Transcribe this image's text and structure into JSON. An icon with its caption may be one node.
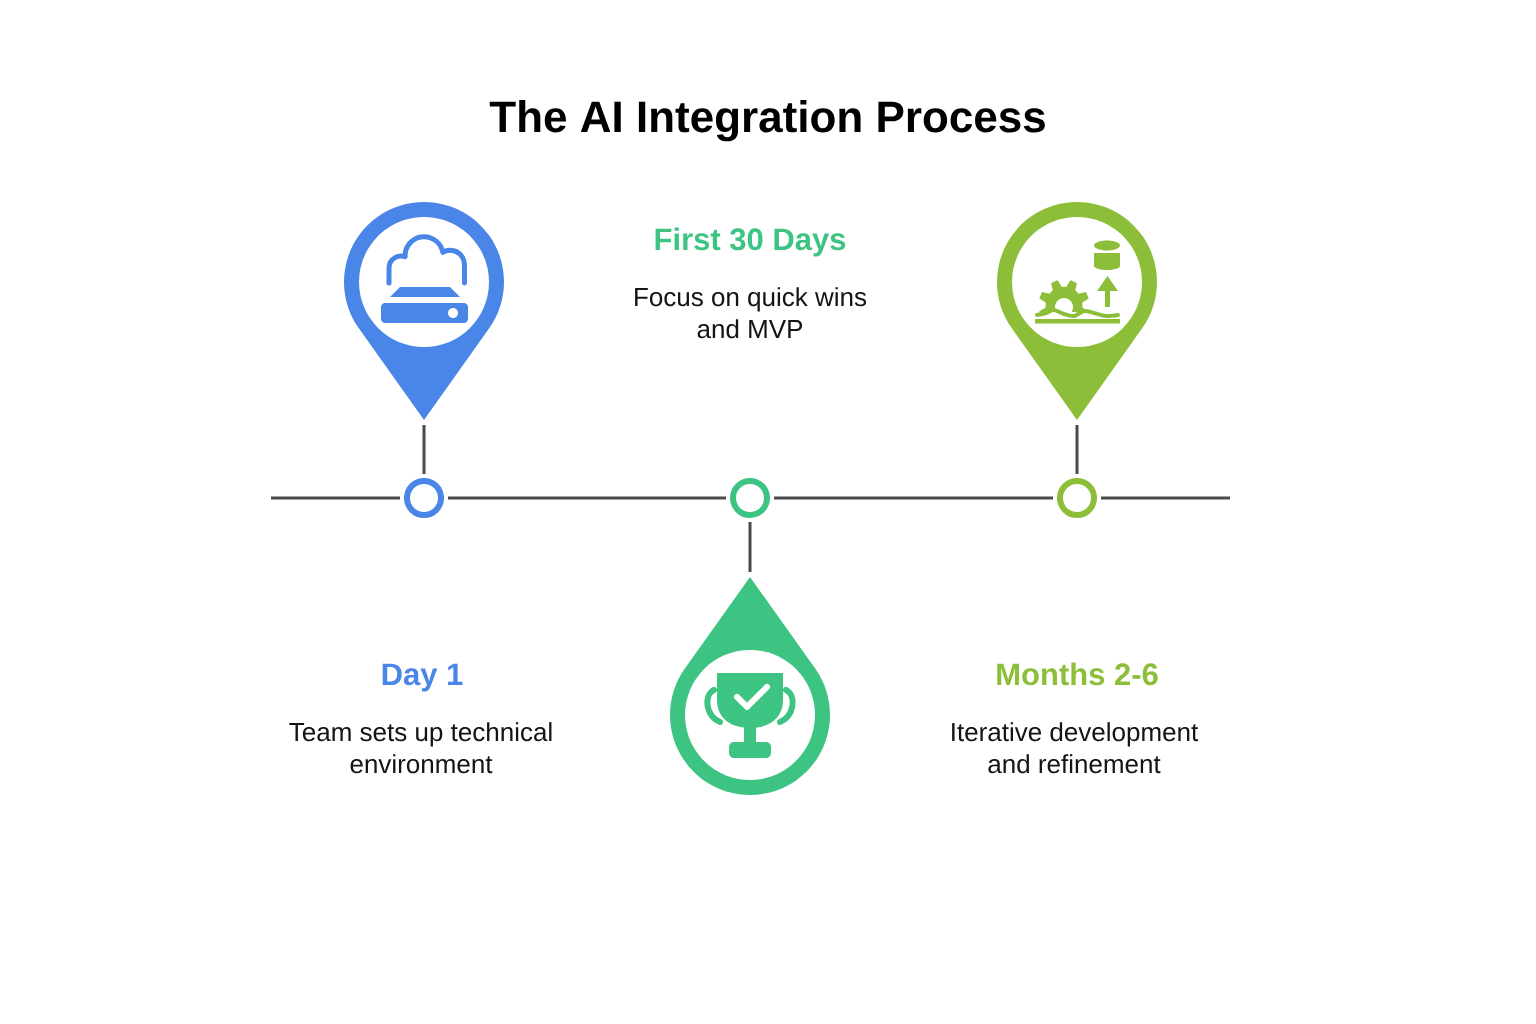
{
  "diagram": {
    "title": "The AI Integration Process",
    "nodes": [
      {
        "text": [],
        "shape": "pin"
      },
      {
        "text": [],
        "shape": "pin"
      },
      {
        "text": [],
        "shape": "circle"
      },
      {
        "text": [],
        "shape": "circle"
      },
      {
        "text": [],
        "shape": "circle"
      },
      {
        "text": [],
        "shape": "pin"
      }
    ],
    "edges": [
      {
        "from": 0,
        "to": 2,
        "arrow": "none"
      },
      {
        "from": 1,
        "to": 4,
        "arrow": "none"
      },
      {
        "from": null,
        "to": 2,
        "arrow": "none"
      },
      {
        "from": 2,
        "to": 3,
        "arrow": "none"
      },
      {
        "from": 3,
        "to": 4,
        "arrow": "none"
      },
      {
        "from": 4,
        "to": null,
        "arrow": "none"
      },
      {
        "from": 3,
        "to": 5,
        "arrow": "none"
      }
    ],
    "labels": [
      "First 30 Days",
      "Focus on quick wins and MVP",
      "Day 1",
      "Team sets up technical environment",
      "Months 2-6",
      "Iterative development and refinement"
    ]
  }
}
